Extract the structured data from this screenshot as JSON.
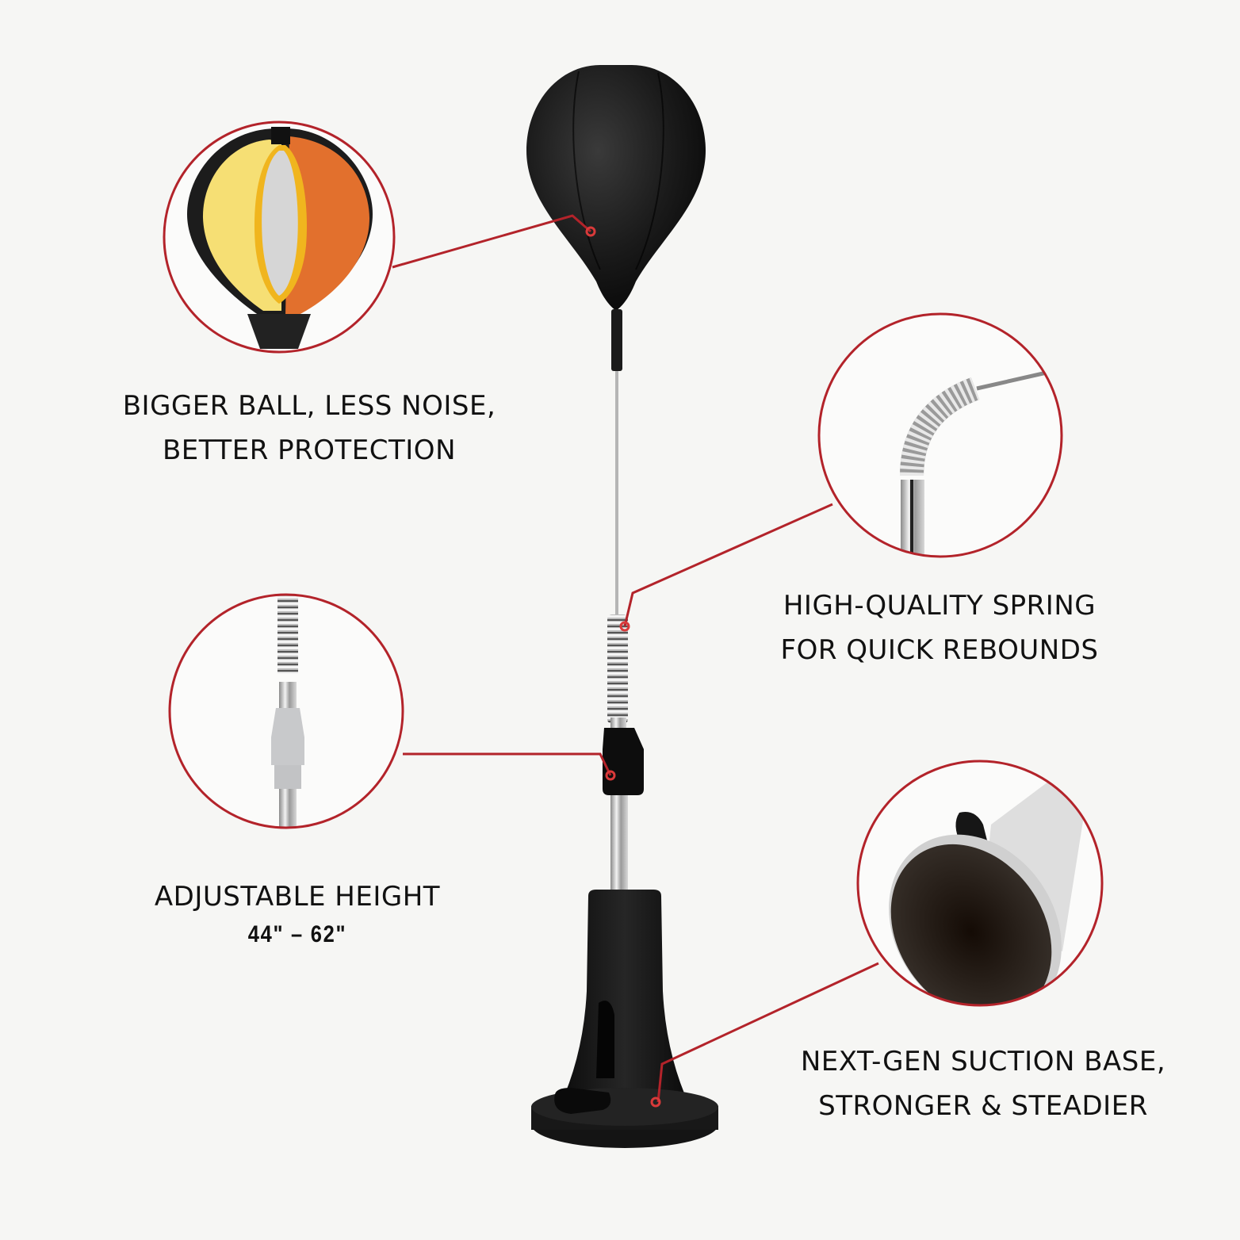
{
  "colors": {
    "background": "#f6f6f4",
    "callout_red": "#b3232a",
    "text": "#111111",
    "product_black": "#141414",
    "chrome": "#c9c9c9",
    "ball_yellow": "#f7df6e",
    "ball_orange": "#e2702d",
    "ball_foam": "#d9d9d9"
  },
  "features": [
    {
      "id": "ball",
      "lines": [
        "BIGGER BALL, LESS NOISE,",
        "BETTER PROTECTION"
      ],
      "detail_icon": "cutaway-ball-icon"
    },
    {
      "id": "spring",
      "lines": [
        "HIGH-QUALITY SPRING",
        "FOR QUICK REBOUNDS"
      ],
      "detail_icon": "spring-icon"
    },
    {
      "id": "height",
      "lines": [
        "ADJUSTABLE HEIGHT"
      ],
      "range": "44\"  –  62\"",
      "detail_icon": "telescoping-pole-icon"
    },
    {
      "id": "base",
      "lines": [
        "NEXT-GEN SUCTION BASE,",
        "STRONGER & STEADIER"
      ],
      "detail_icon": "suction-cup-icon"
    }
  ]
}
